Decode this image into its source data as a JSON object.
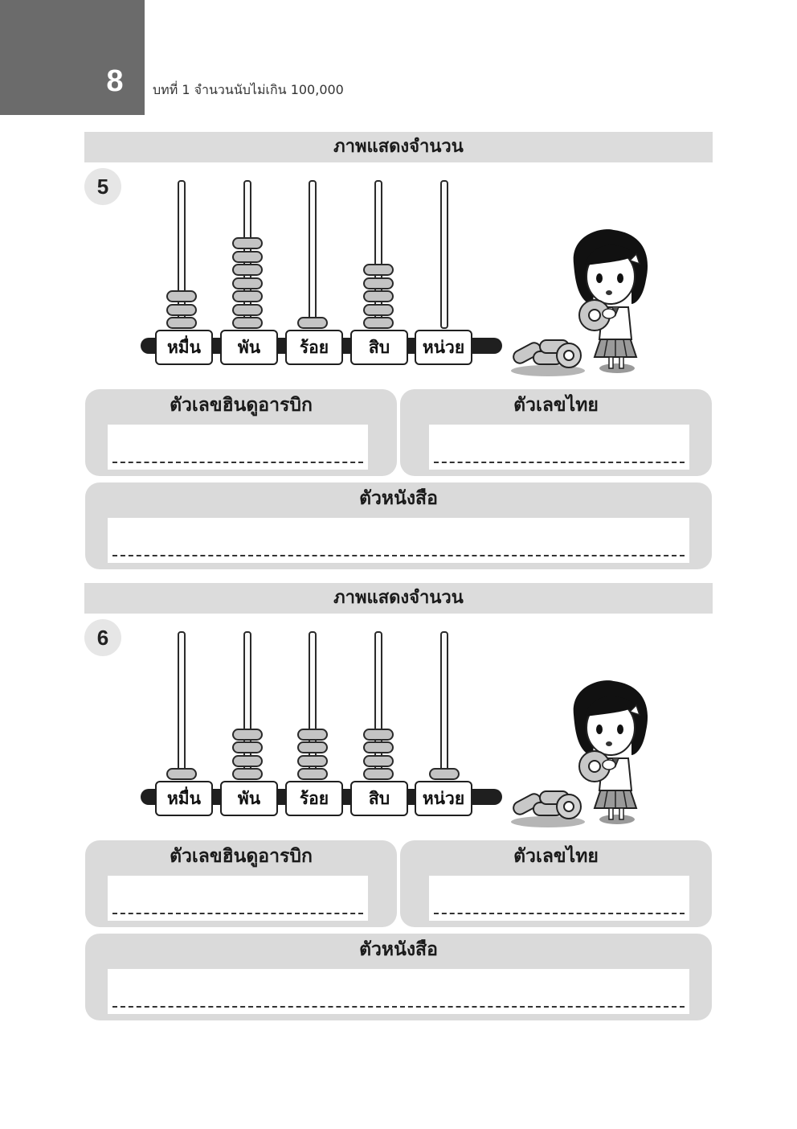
{
  "header": {
    "page_number": "8",
    "chapter_text": "บทที่  1  จำนวนนับไม่เกิน  100,000"
  },
  "exercises": [
    {
      "section_title": "ภาพแสดงจำนวน",
      "number": "5",
      "place_labels": [
        "หมื่น",
        "พัน",
        "ร้อย",
        "สิบ",
        "หน่วย"
      ],
      "bead_counts": [
        3,
        7,
        1,
        5,
        0
      ],
      "arabic_label": "ตัวเลขฮินดูอารบิก",
      "thai_label": "ตัวเลขไทย",
      "words_label": "ตัวหนังสือ"
    },
    {
      "section_title": "ภาพแสดงจำนวน",
      "number": "6",
      "place_labels": [
        "หมื่น",
        "พัน",
        "ร้อย",
        "สิบ",
        "หน่วย"
      ],
      "bead_counts": [
        1,
        4,
        4,
        4,
        1
      ],
      "arabic_label": "ตัวเลขฮินดูอารบิก",
      "thai_label": "ตัวเลขไทย",
      "words_label": "ตัวหนังสือ"
    }
  ],
  "colors": {
    "page_tab": "#6b6b6b",
    "section_bar": "#dcdcdc",
    "answer_box": "#dadada",
    "bead": "#c4c4c4"
  }
}
